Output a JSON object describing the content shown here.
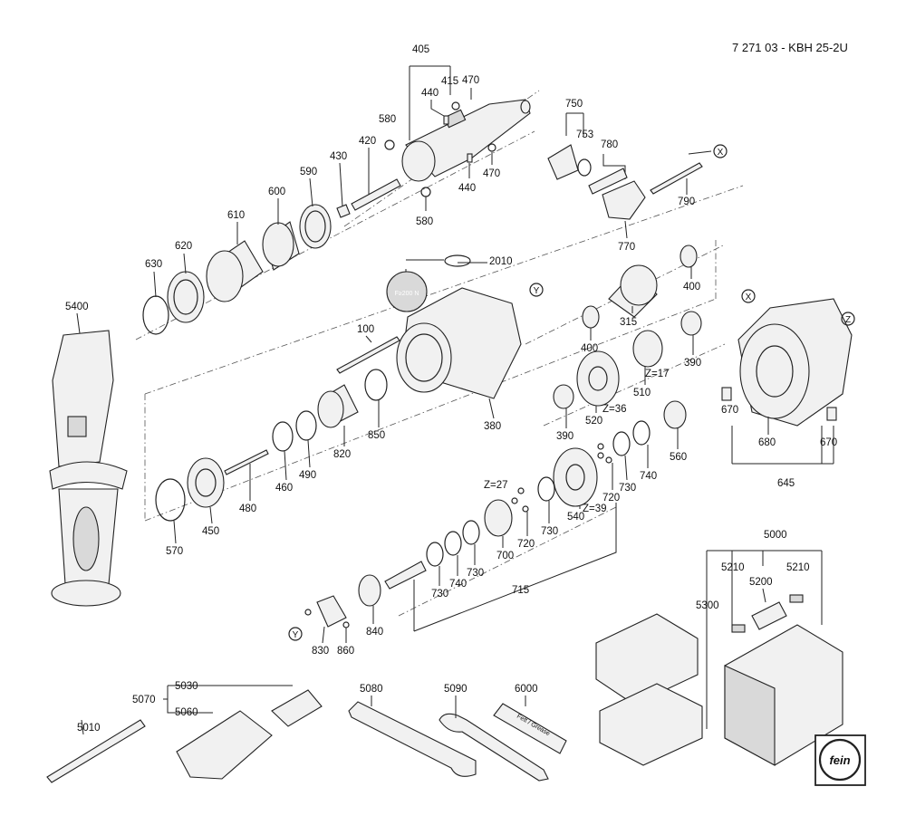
{
  "header": {
    "model": "7 271 03 - KBH 25-2U"
  },
  "labels": {
    "p405": "405",
    "p415": "415",
    "p470a": "470",
    "p440a": "440",
    "p580a": "580",
    "p420": "420",
    "p430": "430",
    "p470b": "470",
    "p440b": "440",
    "p580b": "580",
    "p590": "590",
    "p600": "600",
    "p610": "610",
    "p620": "620",
    "p630": "630",
    "p5400": "5400",
    "p2010": "2010",
    "p100": "100",
    "p380": "380",
    "p750": "750",
    "p753": "753",
    "p780": "780",
    "p790": "790",
    "p770": "770",
    "p400a": "400",
    "p315": "315",
    "p400b": "400",
    "p390a": "390",
    "p510": "510",
    "p520": "520",
    "p390b": "390",
    "p560": "560",
    "p680": "680",
    "p670a": "670",
    "p670b": "670",
    "p645": "645",
    "p850": "850",
    "p820": "820",
    "p490": "490",
    "p460": "460",
    "p480": "480",
    "p450": "450",
    "p570": "570",
    "p740a": "740",
    "p730a": "730",
    "p720a": "720",
    "p540": "540",
    "p730b": "730",
    "p720b": "720",
    "p700": "700",
    "p730c": "730",
    "p740b": "740",
    "p730d": "730",
    "p715": "715",
    "p840": "840",
    "p830": "830",
    "p860": "860",
    "p5000": "5000",
    "p5210a": "5210",
    "p5200": "5200",
    "p5210b": "5210",
    "p5300": "5300",
    "p5030": "5030",
    "p5070": "5070",
    "p5060": "5060",
    "p5010": "5010",
    "p5080": "5080",
    "p5090": "5090",
    "p6000": "6000"
  },
  "gear_teeth": {
    "z17": "Z=17",
    "z36": "Z=36",
    "z27": "Z=27",
    "z39": "Z=39"
  },
  "reference_marks": {
    "x1": "X",
    "x2": "X",
    "y1": "Y",
    "y2": "Y",
    "z1": "Z"
  },
  "badge_text": "F≥200 N",
  "tube_text": "Fett / Grease",
  "logo_text": "fein"
}
